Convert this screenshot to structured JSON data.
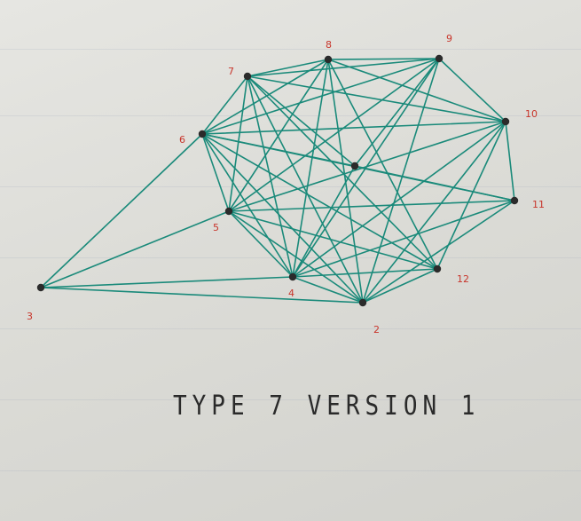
{
  "diagram": {
    "edge_color": "#1a8a7a",
    "node_color": "#2b2b2b",
    "label_color": "#c8352b",
    "nodes": [
      {
        "id": "1",
        "label": ""
      },
      {
        "id": "2",
        "label": "2"
      },
      {
        "id": "3",
        "label": "3"
      },
      {
        "id": "4",
        "label": "4"
      },
      {
        "id": "5",
        "label": "5"
      },
      {
        "id": "6",
        "label": "6"
      },
      {
        "id": "7",
        "label": "7"
      },
      {
        "id": "8",
        "label": "8"
      },
      {
        "id": "9",
        "label": "9"
      },
      {
        "id": "10",
        "label": "10"
      },
      {
        "id": "11",
        "label": "11"
      },
      {
        "id": "12",
        "label": "12"
      }
    ],
    "edges": [
      [
        "3",
        "6"
      ],
      [
        "3",
        "5"
      ],
      [
        "3",
        "4"
      ],
      [
        "3",
        "2"
      ],
      [
        "6",
        "7"
      ],
      [
        "6",
        "8"
      ],
      [
        "6",
        "9"
      ],
      [
        "6",
        "10"
      ],
      [
        "6",
        "11"
      ],
      [
        "6",
        "1"
      ],
      [
        "6",
        "5"
      ],
      [
        "6",
        "4"
      ],
      [
        "6",
        "2"
      ],
      [
        "6",
        "12"
      ],
      [
        "7",
        "8"
      ],
      [
        "7",
        "9"
      ],
      [
        "7",
        "10"
      ],
      [
        "7",
        "1"
      ],
      [
        "7",
        "5"
      ],
      [
        "7",
        "4"
      ],
      [
        "7",
        "2"
      ],
      [
        "7",
        "12"
      ],
      [
        "8",
        "9"
      ],
      [
        "8",
        "10"
      ],
      [
        "8",
        "5"
      ],
      [
        "8",
        "4"
      ],
      [
        "8",
        "2"
      ],
      [
        "8",
        "12"
      ],
      [
        "9",
        "10"
      ],
      [
        "9",
        "5"
      ],
      [
        "9",
        "4"
      ],
      [
        "9",
        "2"
      ],
      [
        "9",
        "1"
      ],
      [
        "10",
        "11"
      ],
      [
        "10",
        "5"
      ],
      [
        "10",
        "4"
      ],
      [
        "10",
        "2"
      ],
      [
        "10",
        "12"
      ],
      [
        "11",
        "5"
      ],
      [
        "11",
        "2"
      ],
      [
        "11",
        "4"
      ],
      [
        "1",
        "4"
      ],
      [
        "1",
        "11"
      ],
      [
        "5",
        "4"
      ],
      [
        "5",
        "2"
      ],
      [
        "5",
        "12"
      ],
      [
        "4",
        "2"
      ],
      [
        "4",
        "12"
      ],
      [
        "2",
        "12"
      ]
    ]
  },
  "caption": "TYPE 7 VERSION 1"
}
